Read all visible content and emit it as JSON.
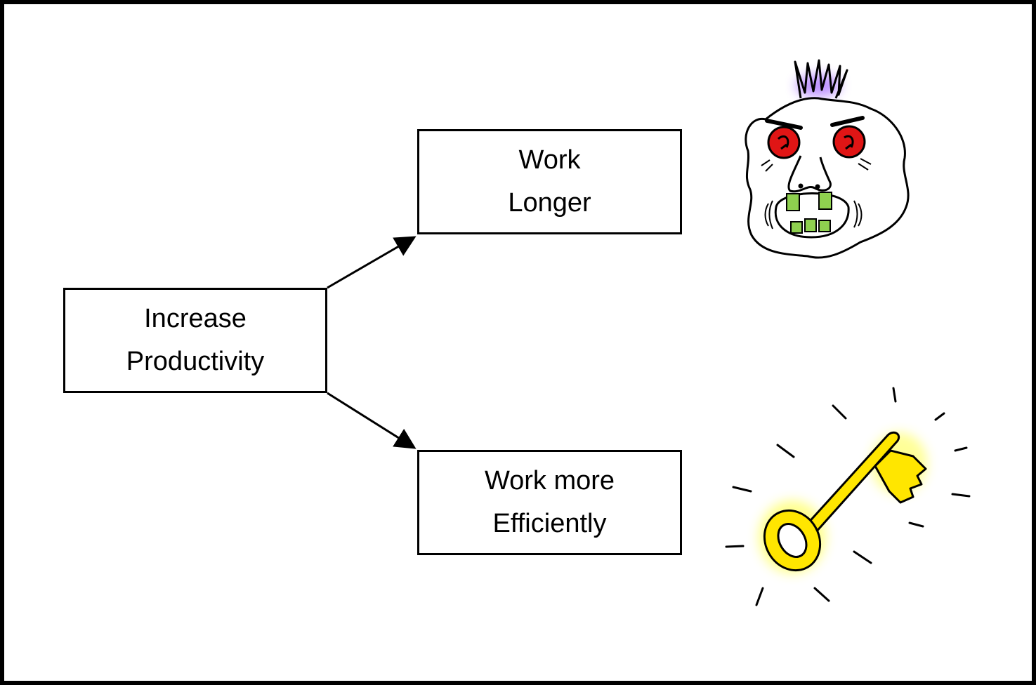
{
  "diagram": {
    "nodes": [
      {
        "id": "root",
        "lines": [
          "Increase",
          "Productivity"
        ]
      },
      {
        "id": "option-top",
        "lines": [
          "Work",
          "Longer"
        ]
      },
      {
        "id": "option-bottom",
        "lines": [
          "Work more",
          "Efficiently"
        ]
      }
    ],
    "edges": [
      {
        "from": "root",
        "to": "option-top"
      },
      {
        "from": "root",
        "to": "option-bottom"
      }
    ],
    "illustrations": {
      "top": "monster-face-icon",
      "bottom": "glowing-key-icon"
    }
  },
  "colors": {
    "stroke": "#000000",
    "background": "#ffffff",
    "hair": "#8a3cff",
    "eyes": "#e01515",
    "teeth": "#8fd14f",
    "key": "#ffe600",
    "glow": "#ffff66"
  }
}
